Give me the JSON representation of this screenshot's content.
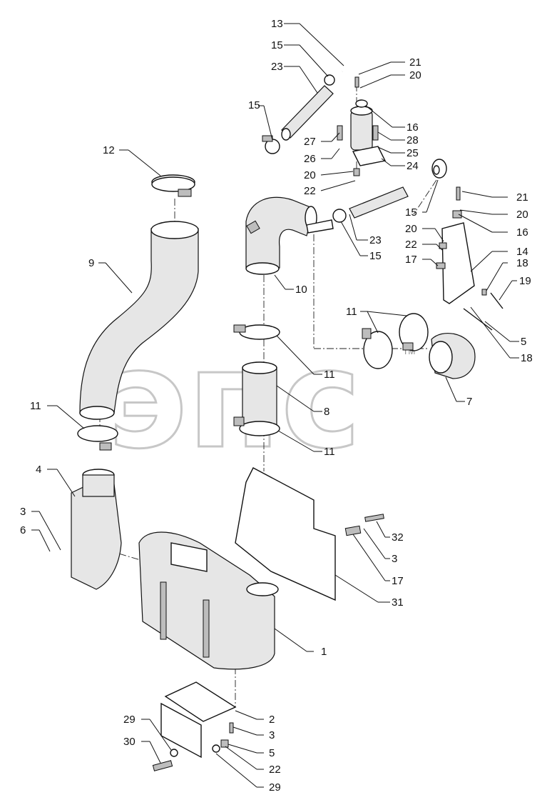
{
  "watermark": {
    "text": "эпс",
    "mark": "TM"
  },
  "callouts": [
    {
      "id": "c13a",
      "label": "13"
    },
    {
      "id": "c15a",
      "label": "15"
    },
    {
      "id": "c23a",
      "label": "23"
    },
    {
      "id": "c21a",
      "label": "21"
    },
    {
      "id": "c20a",
      "label": "20"
    },
    {
      "id": "c15b",
      "label": "15"
    },
    {
      "id": "c16a",
      "label": "16"
    },
    {
      "id": "c27",
      "label": "27"
    },
    {
      "id": "c28",
      "label": "28"
    },
    {
      "id": "c26",
      "label": "26"
    },
    {
      "id": "c25",
      "label": "25"
    },
    {
      "id": "c24",
      "label": "24"
    },
    {
      "id": "c20b",
      "label": "20"
    },
    {
      "id": "c22a",
      "label": "22"
    },
    {
      "id": "c12",
      "label": "12"
    },
    {
      "id": "c21b",
      "label": "21"
    },
    {
      "id": "c20c",
      "label": "20"
    },
    {
      "id": "c15c",
      "label": "15"
    },
    {
      "id": "c16b",
      "label": "16"
    },
    {
      "id": "c20d",
      "label": "20"
    },
    {
      "id": "c22b",
      "label": "22"
    },
    {
      "id": "c23b",
      "label": "23"
    },
    {
      "id": "c14",
      "label": "14"
    },
    {
      "id": "c15d",
      "label": "15"
    },
    {
      "id": "c17a",
      "label": "17"
    },
    {
      "id": "c18a",
      "label": "18"
    },
    {
      "id": "c9",
      "label": "9"
    },
    {
      "id": "c19",
      "label": "19"
    },
    {
      "id": "c10",
      "label": "10"
    },
    {
      "id": "c11a",
      "label": "11"
    },
    {
      "id": "c5a",
      "label": "5"
    },
    {
      "id": "c18b",
      "label": "18"
    },
    {
      "id": "c11b",
      "label": "11"
    },
    {
      "id": "c8",
      "label": "8"
    },
    {
      "id": "c7",
      "label": "7"
    },
    {
      "id": "c11c",
      "label": "11"
    },
    {
      "id": "c11d",
      "label": "11"
    },
    {
      "id": "c4",
      "label": "4"
    },
    {
      "id": "c3a",
      "label": "3"
    },
    {
      "id": "c32",
      "label": "32"
    },
    {
      "id": "c6",
      "label": "6"
    },
    {
      "id": "c3b",
      "label": "3"
    },
    {
      "id": "c17b",
      "label": "17"
    },
    {
      "id": "c31",
      "label": "31"
    },
    {
      "id": "c1",
      "label": "1"
    },
    {
      "id": "c2",
      "label": "2"
    },
    {
      "id": "c29a",
      "label": "29"
    },
    {
      "id": "c3c",
      "label": "3"
    },
    {
      "id": "c30",
      "label": "30"
    },
    {
      "id": "c5b",
      "label": "5"
    },
    {
      "id": "c22c",
      "label": "22"
    },
    {
      "id": "c29b",
      "label": "29"
    }
  ]
}
